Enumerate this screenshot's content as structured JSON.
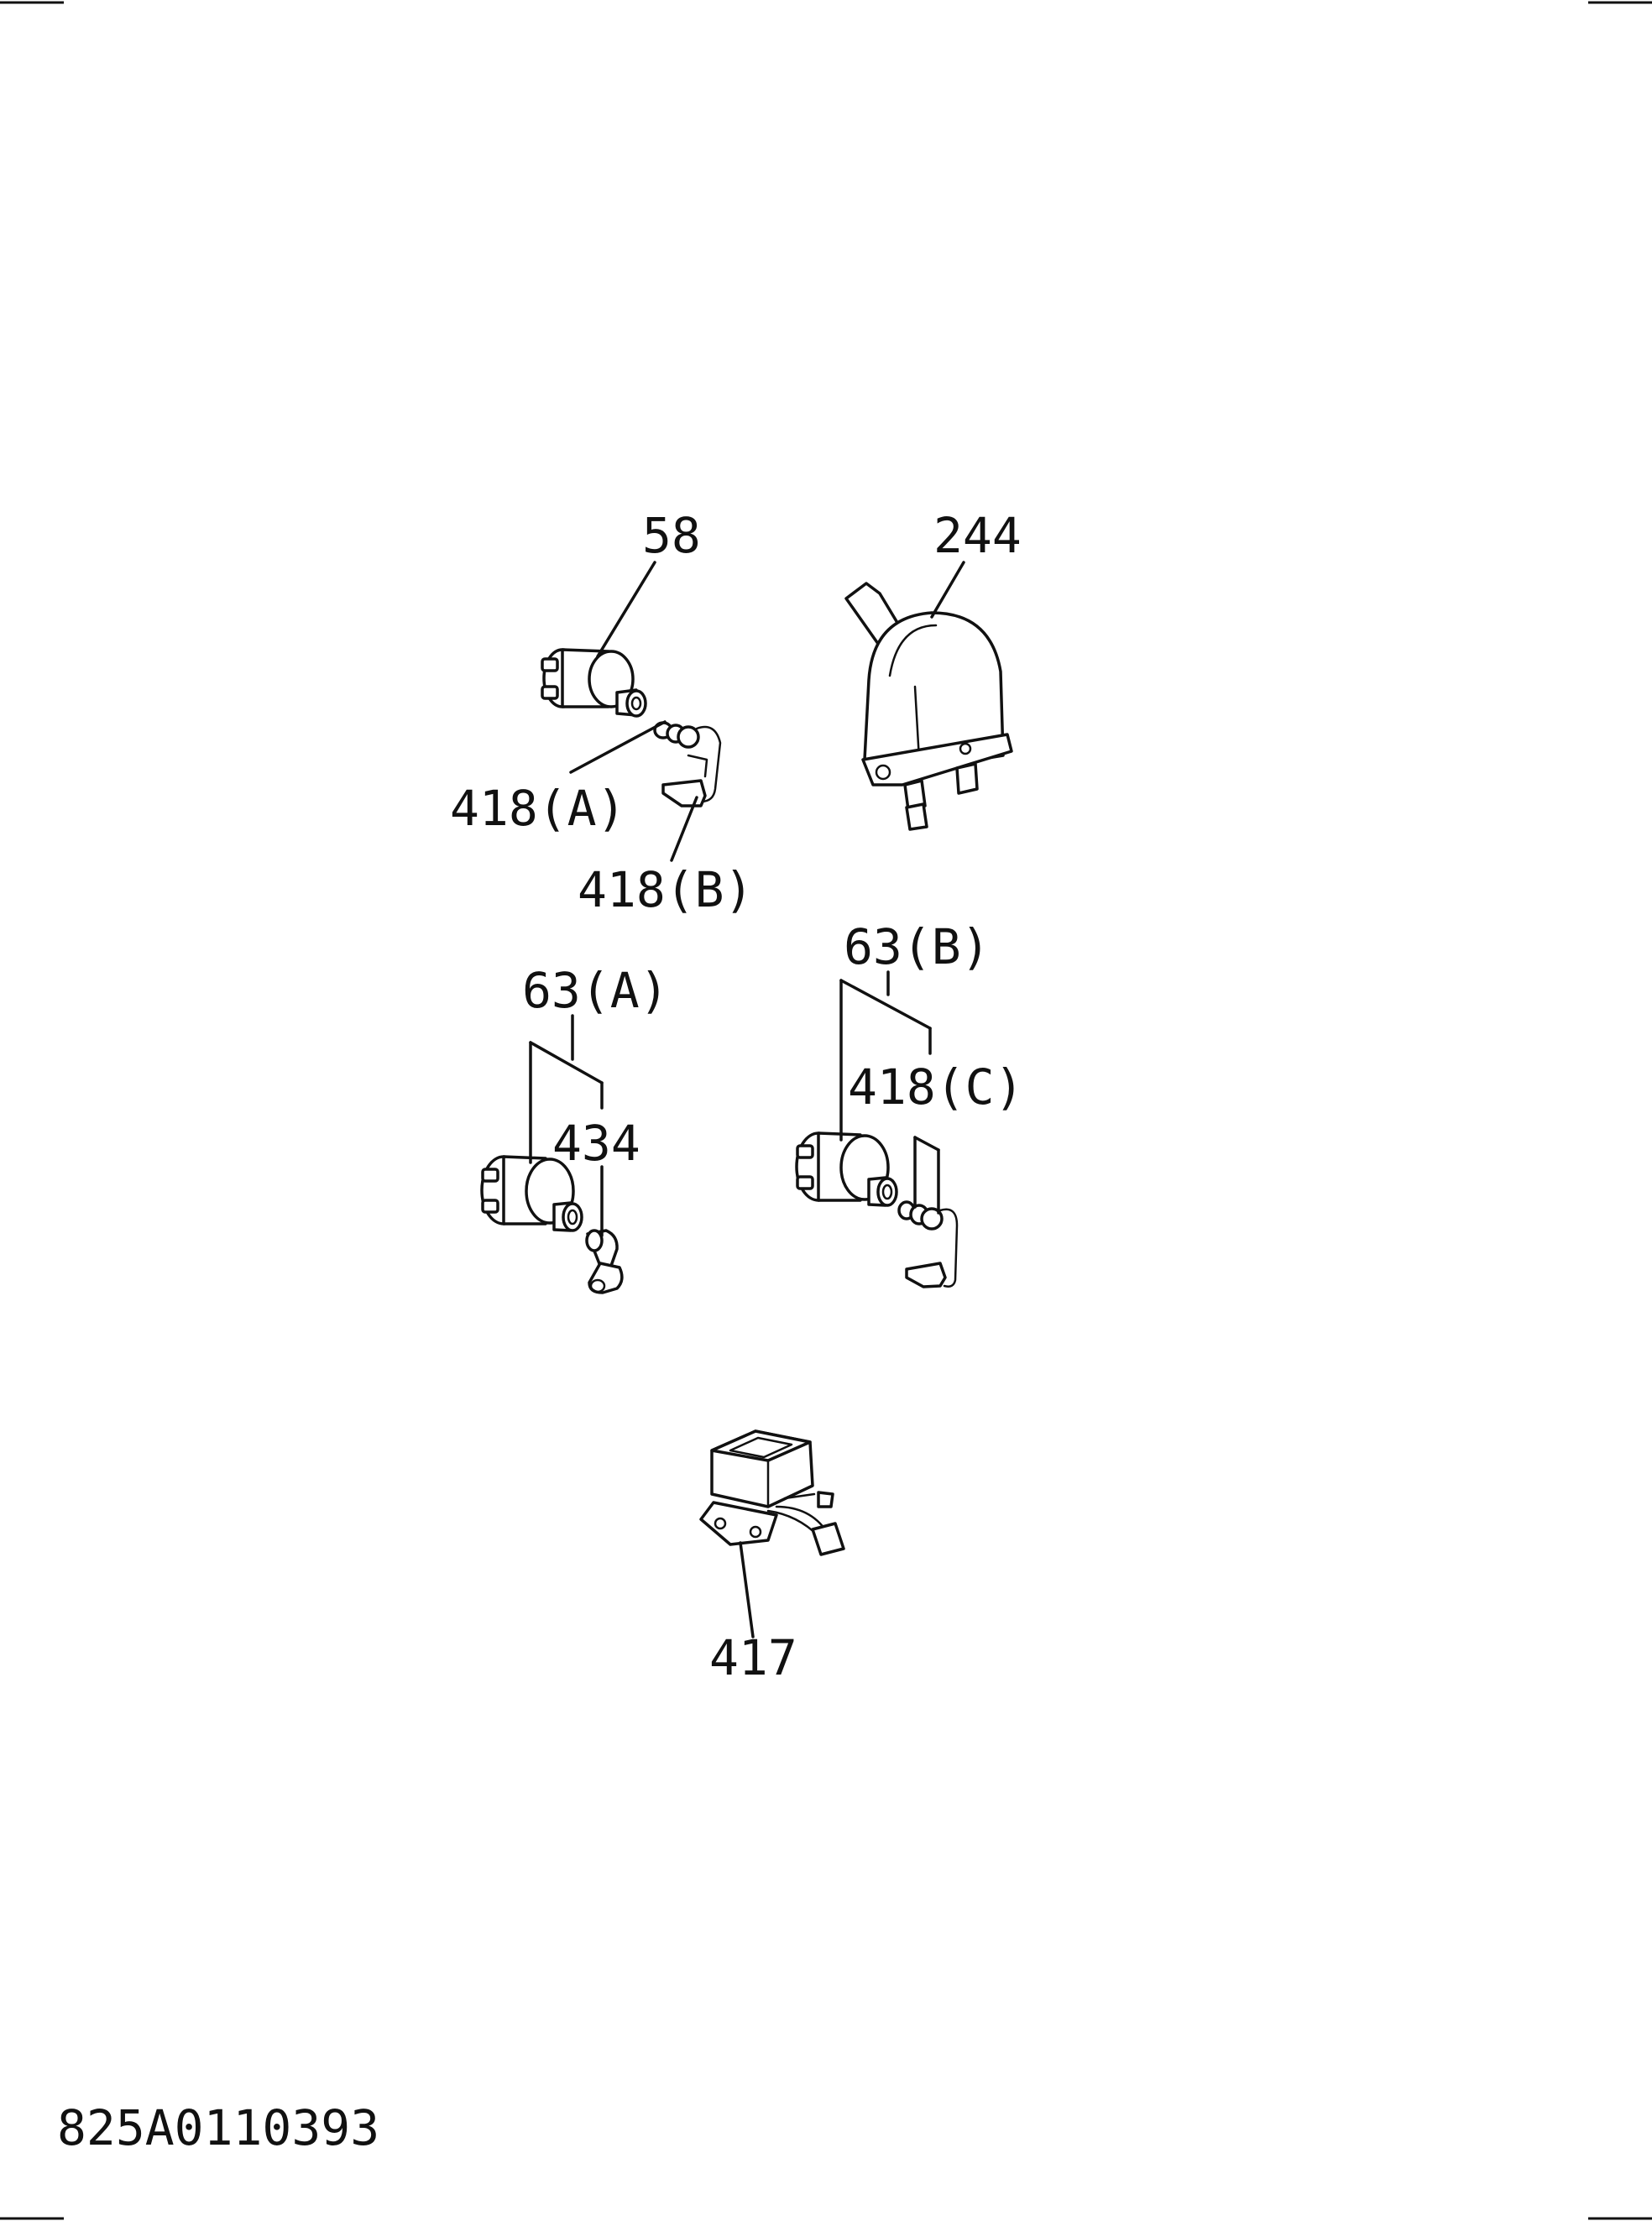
{
  "callouts": {
    "c58": "58",
    "c244": "244",
    "c418a": "418(A)",
    "c418b": "418(B)",
    "c63a": "63(A)",
    "c434": "434",
    "c63b": "63(B)",
    "c418c": "418(C)",
    "c417": "417"
  },
  "drawing_number": "825A0110393",
  "colors": {
    "ink": "#111111",
    "paper": "#ffffff"
  }
}
